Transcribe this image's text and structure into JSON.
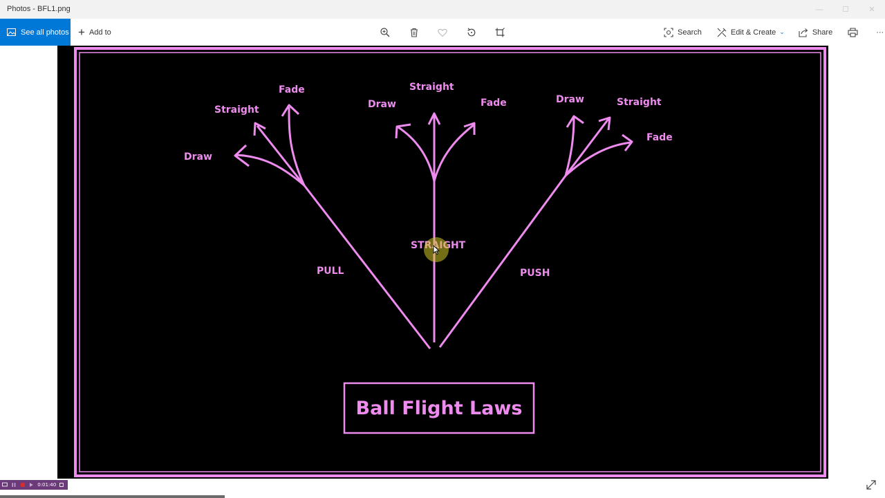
{
  "window": {
    "title": "Photos - BFL1.png",
    "controls": {
      "minimize": "—",
      "maximize": "☐",
      "close": "✕"
    }
  },
  "toolbar": {
    "see_all_label": "See all photos",
    "add_to_label": "Add to",
    "add_to_icon": "+",
    "search_label": "Search",
    "edit_label": "Edit & Create",
    "edit_chevron": "⌄",
    "share_label": "Share",
    "more_label": "···"
  },
  "diagram": {
    "title": "Ball Flight Laws",
    "center_label": "STRAIGHT",
    "pull_label": "PULL",
    "push_label": "PUSH",
    "pull_shots": {
      "draw": "Draw",
      "straight": "Straight",
      "fade": "Fade"
    },
    "center_shots": {
      "draw": "Draw",
      "straight": "Straight",
      "fade": "Fade"
    },
    "push_shots": {
      "draw": "Draw",
      "straight": "Straight",
      "fade": "Fade"
    },
    "color": "#ee8bee"
  },
  "recorder": {
    "time": "0:01:40"
  },
  "colors": {
    "accent": "#0078d7",
    "canvas": "#000000",
    "ink": "#ee8bee"
  }
}
